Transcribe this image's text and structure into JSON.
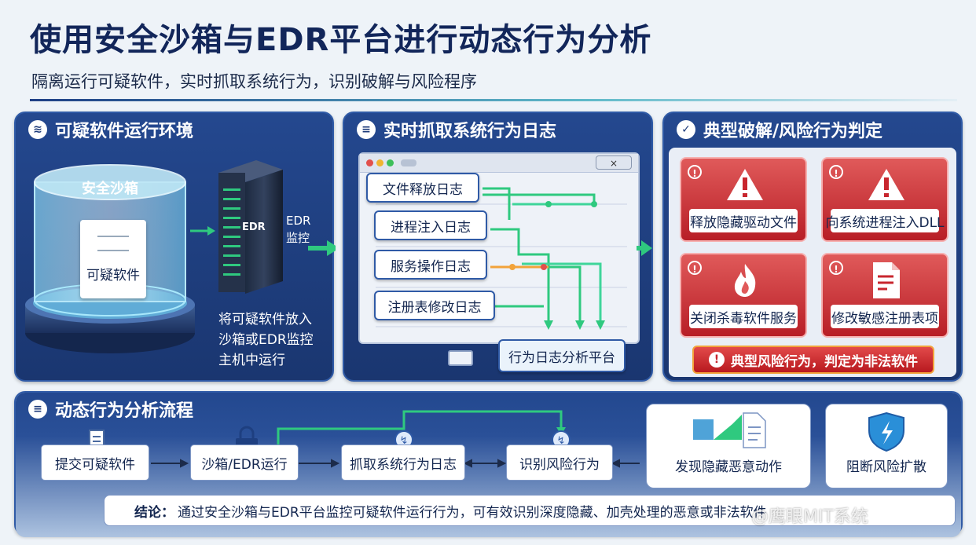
{
  "header": {
    "title": "使用安全沙箱与EDR平台进行动态行为分析",
    "subtitle": "隔离运行可疑软件，实时抓取系统行为，识别破解与风险程序"
  },
  "panel1": {
    "title": "可疑软件运行环境",
    "sandbox_label": "安全沙箱",
    "file_label": "可疑软件",
    "edr_label": "EDR",
    "edr_side_label": "EDR\n监控",
    "caption": "将可疑软件放入\n沙箱或EDR监控\n主机中运行"
  },
  "panel2": {
    "title": "实时抓取系统行为日志",
    "logs": [
      "文件释放日志",
      "进程注入日志",
      "服务操作日志",
      "注册表修改日志"
    ],
    "platform": "行为日志分析平台",
    "close": "×"
  },
  "panel3": {
    "title": "典型破解/风险行为判定",
    "alerts": [
      "释放隐藏驱动文件",
      "向系统进程注入DLL",
      "关闭杀毒软件服务",
      "修改敏感注册表项"
    ],
    "verdict": "典型风险行为，判定为非法软件"
  },
  "flow": {
    "title": "动态行为分析流程",
    "steps": [
      "提交可疑软件",
      "沙箱/EDR运行",
      "抓取系统行为日志",
      "识别风险行为",
      "发现隐藏恶意动作",
      "阻断风险扩散"
    ],
    "conclusion_label": "结论：",
    "conclusion": "通过安全沙箱与EDR平台监控可疑软件运行行为，可有效识别深度隐藏、加壳处理的恶意或非法软件"
  },
  "watermark": "@鹰眼MIT系统",
  "colors": {
    "navy": "#1a3670",
    "green": "#2fc97f",
    "red": "#c8262e",
    "orange": "#f2a33a"
  }
}
